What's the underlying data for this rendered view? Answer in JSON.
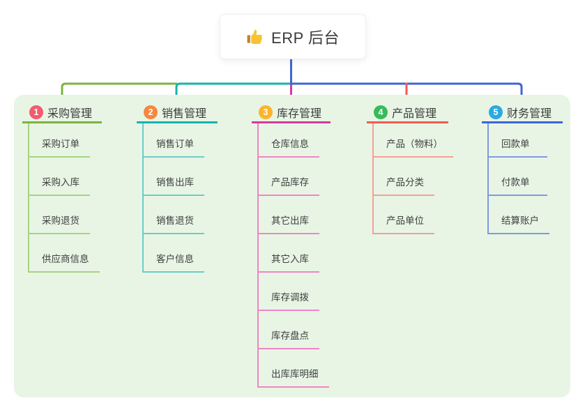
{
  "root": {
    "title": "ERP 后台",
    "icon": "thumbs-up-icon",
    "line_color": "#4463d4"
  },
  "panel": {
    "background": "#e8f5e5"
  },
  "branches": [
    {
      "index": "1",
      "title": "采购管理",
      "badge_color": "#f25c6e",
      "line_color": "#7cb342",
      "child_line_color": "#a5d47e",
      "children": [
        "采购订单",
        "采购入库",
        "采购退货",
        "供应商信息"
      ]
    },
    {
      "index": "2",
      "title": "销售管理",
      "badge_color": "#f8863d",
      "line_color": "#16b3ac",
      "child_line_color": "#6cccc6",
      "children": [
        "销售订单",
        "销售出库",
        "销售退货",
        "客户信息"
      ]
    },
    {
      "index": "3",
      "title": "库存管理",
      "badge_color": "#fcb42c",
      "line_color": "#d43a9e",
      "child_line_color": "#ef85c5",
      "children": [
        "仓库信息",
        "产品库存",
        "其它出库",
        "其它入库",
        "库存调拨",
        "库存盘点",
        "出库库明细"
      ]
    },
    {
      "index": "4",
      "title": "产品管理",
      "badge_color": "#38bb5a",
      "line_color": "#f45a52",
      "child_line_color": "#f79d96",
      "children": [
        "产品（物料）",
        "产品分类",
        "产品单位"
      ]
    },
    {
      "index": "5",
      "title": "财务管理",
      "badge_color": "#2ca9e1",
      "line_color": "#3f63d8",
      "child_line_color": "#7f99e0",
      "children": [
        "回款单",
        "付款单",
        "结算账户"
      ]
    }
  ]
}
